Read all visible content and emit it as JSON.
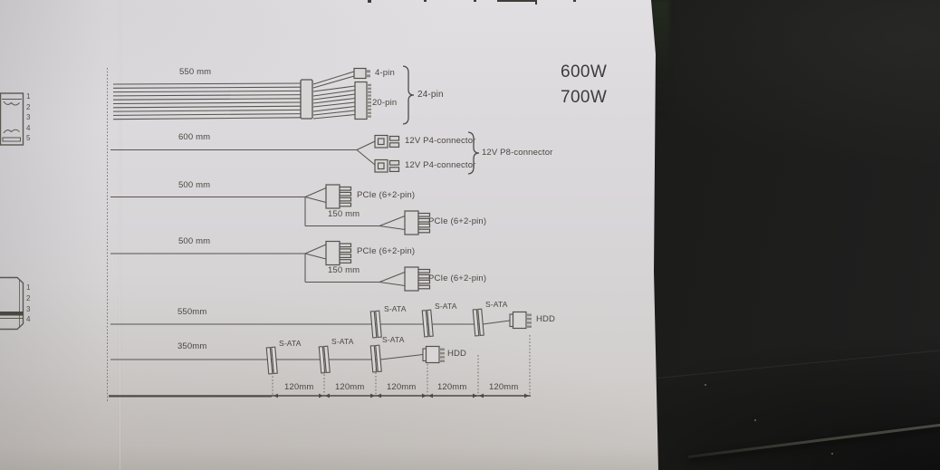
{
  "colors": {
    "paper": "#d9d6d8",
    "ink": "#4a4641",
    "line": "#57544f",
    "dark_background": "#161614"
  },
  "wattage": {
    "top": "600W",
    "bottom": "700W"
  },
  "cables": {
    "atx": {
      "length": "550 mm",
      "connector_small": "4-pin",
      "connector_large": "20-pin",
      "combined": "24-pin"
    },
    "eps": {
      "length": "600 mm",
      "connector1": "12V P4-connector",
      "connector2": "12V P4-connector",
      "combined": "12V P8-connector"
    },
    "pcie_a": {
      "length": "500 mm",
      "branch": "150 mm",
      "connector1": "PCIe (6+2-pin)",
      "connector2": "PCIe (6+2-pin)"
    },
    "pcie_b": {
      "length": "500 mm",
      "branch": "150 mm",
      "connector1": "PCIe (6+2-pin)",
      "connector2": "PCIe (6+2-pin)"
    },
    "sata_a": {
      "length": "550mm",
      "connectors": [
        "S-ATA",
        "S-ATA",
        "S-ATA"
      ],
      "end": "HDD"
    },
    "sata_b": {
      "length": "350mm",
      "connectors": [
        "S-ATA",
        "S-ATA",
        "S-ATA"
      ],
      "end": "HDD"
    }
  },
  "spacing": {
    "segments": [
      "120mm",
      "120mm",
      "120mm",
      "120mm",
      "120mm"
    ]
  },
  "pin_legend_top": {
    "items": [
      "1",
      "2",
      "3",
      "4",
      "5"
    ]
  },
  "pin_legend_bottom": {
    "items": [
      "1",
      "2",
      "3",
      "4"
    ]
  }
}
